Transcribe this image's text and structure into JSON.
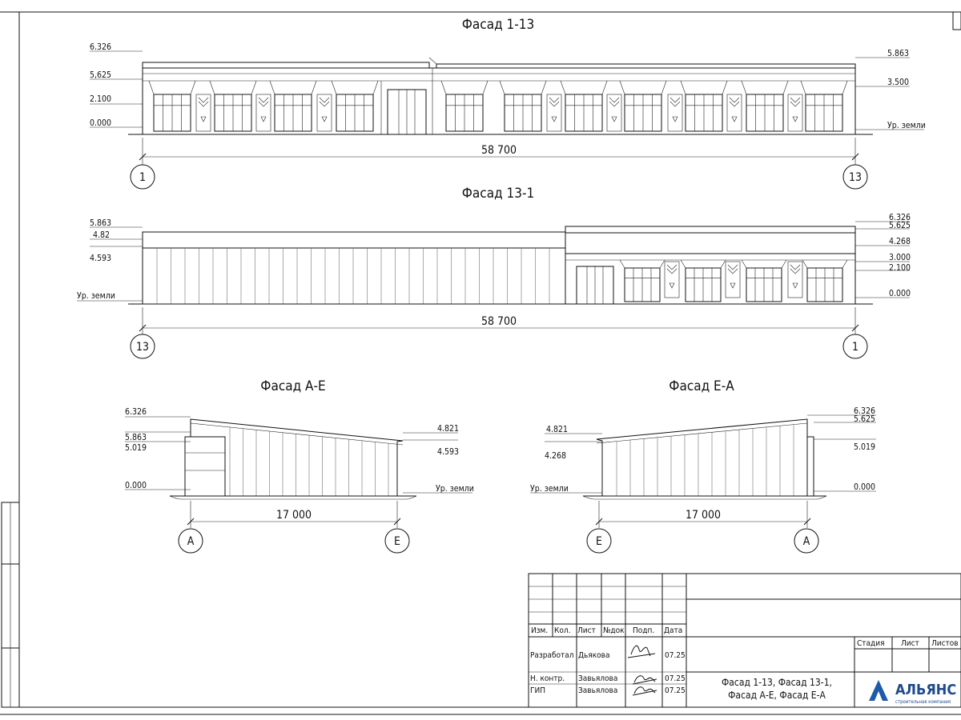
{
  "facade_1_13": {
    "title": "Фасад 1-13",
    "levels_left": [
      "6.326",
      "5,625",
      "2.100",
      "0.000"
    ],
    "levels_right": [
      "5.863",
      "3.500",
      "Ур. земли"
    ],
    "dimension": "58 700",
    "axis_left": "1",
    "axis_right": "13"
  },
  "facade_13_1": {
    "title": "Фасад 13-1",
    "levels_left": [
      "5.863",
      "4.82",
      "4.593",
      "Ур. земли"
    ],
    "levels_right": [
      "6.326",
      "5.625",
      "4.268",
      "3.000",
      "2.100",
      "0.000"
    ],
    "dimension": "58 700",
    "axis_left": "13",
    "axis_right": "1"
  },
  "facade_a_e": {
    "title": "Фасад А-Е",
    "levels_left": [
      "6.326",
      "5.863",
      "5.019",
      "0.000"
    ],
    "levels_right": [
      "4.821",
      "4.593",
      "Ур. земли"
    ],
    "dimension": "17 000",
    "axis_left": "А",
    "axis_right": "Е"
  },
  "facade_e_a": {
    "title": "Фасад Е-А",
    "levels_left": [
      "4.821",
      "4.268",
      "Ур. земли"
    ],
    "levels_right": [
      "6.326",
      "5.625",
      "5.019",
      "0.000"
    ],
    "dimension": "17 000",
    "axis_left": "Е",
    "axis_right": "А"
  },
  "title_block": {
    "headers": [
      "Изм.",
      "Кол.",
      "Лист",
      "№док",
      "Подп.",
      "Дата"
    ],
    "rows": [
      {
        "role": "Разработал",
        "name": "Дьякова",
        "date": "07.25"
      },
      {
        "role": "Н. контр.",
        "name": "Завьялова",
        "date": "07.25"
      },
      {
        "role": "ГИП",
        "name": "Завьялова",
        "date": "07.25"
      }
    ],
    "sheet_title_line1": "Фасад 1-13, Фасад 13-1,",
    "sheet_title_line2": "Фасад А-Е, Фасад Е-А",
    "stage_headers": [
      "Стадия",
      "Лист",
      "Листов"
    ],
    "company_name": "АЛЬЯНС",
    "company_subtitle": "строительная компания"
  }
}
